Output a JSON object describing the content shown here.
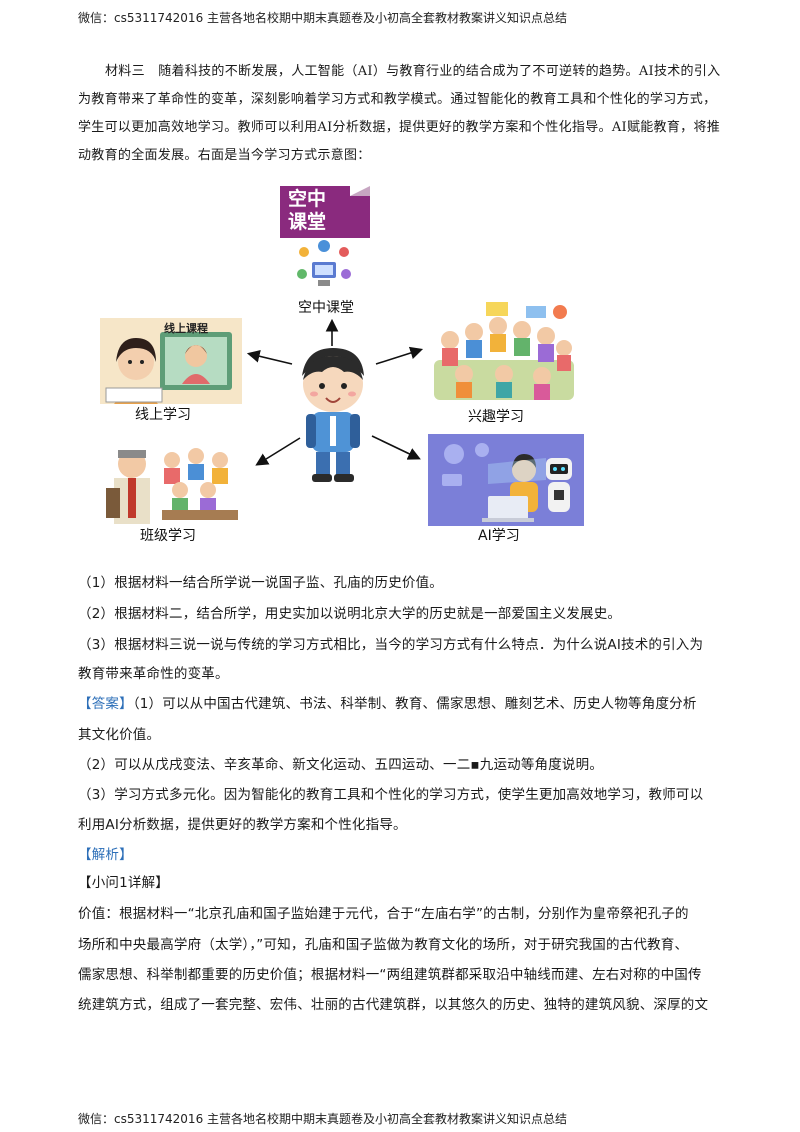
{
  "header": "微信：cs5311742016 主营各地名校期中期末真题卷及小初高全套教材教案讲义知识点总结",
  "footer": "微信：cs5311742016 主营各地名校期中期末真题卷及小初高全套教材教案讲义知识点总结",
  "material3": "材料三　随着科技的不断发展，人工智能（AI）与教育行业的结合成为了不可逆转的趋势。AI技术的引入为教育带来了革命性的变革，深刻影响着学习方式和教学模式。通过智能化的教育工具和个性化的学习方式，学生可以更加高效地学习。教师可以利用AI分析数据，提供更好的教学方案和个性化指导。AI赋能教育，将推动教育的全面发展。右面是当今学习方式示意图：",
  "diagram": {
    "top_sign": [
      "空中",
      "课堂"
    ],
    "labels": {
      "sky": "空中课堂",
      "online": "线上学习",
      "online_board": "线上课程",
      "interest": "兴趣学习",
      "class": "班级学习",
      "ai": "AI学习"
    },
    "colors": {
      "sign": "#8a2a7e",
      "ai_bg": "#7b7fd8",
      "arrow": "#111111"
    }
  },
  "questions": [
    "（1）根据材料一结合所学说一说国子监、孔庙的历史价值。",
    "（2）根据材料二，结合所学，用史实加以说明北京大学的历史就是一部爱国主义发展史。",
    "（3）根据材料三说一说与传统的学习方式相比，当今的学习方式有什么特点．为什么说AI技术的引入为",
    "教育带来革命性的变革。"
  ],
  "answer_tag": "【答案】",
  "answers": [
    "（1）可以从中国古代建筑、书法、科举制、教育、儒家思想、雕刻艺术、历史人物等角度分析",
    "其文化价值。",
    "（2）可以从戊戌变法、辛亥革命、新文化运动、五四运动、一二▪九运动等角度说明。",
    "（3）学习方式多元化。因为智能化的教育工具和个性化的学习方式，使学生更加高效地学习，教师可以",
    "利用AI分析数据，提供更好的教学方案和个性化指导。"
  ],
  "analysis_tag": "【解析】",
  "detail_tag": "【小问1详解】",
  "detail_lines": [
    "价值：根据材料一“北京孔庙和国子监始建于元代，合于“左庙右学”的古制，分别作为皇帝祭祀孔子的",
    "场所和中央最高学府（太学），”可知，孔庙和国子监做为教育文化的场所，对于研究我国的古代教育、",
    "儒家思想、科举制都重要的历史价值；根据材料一“两组建筑群都采取沿中轴线而建、左右对称的中国传",
    "统建筑方式，组成了一套完整、宏伟、壮丽的古代建筑群，以其悠久的历史、独特的建筑风貌、深厚的文"
  ]
}
